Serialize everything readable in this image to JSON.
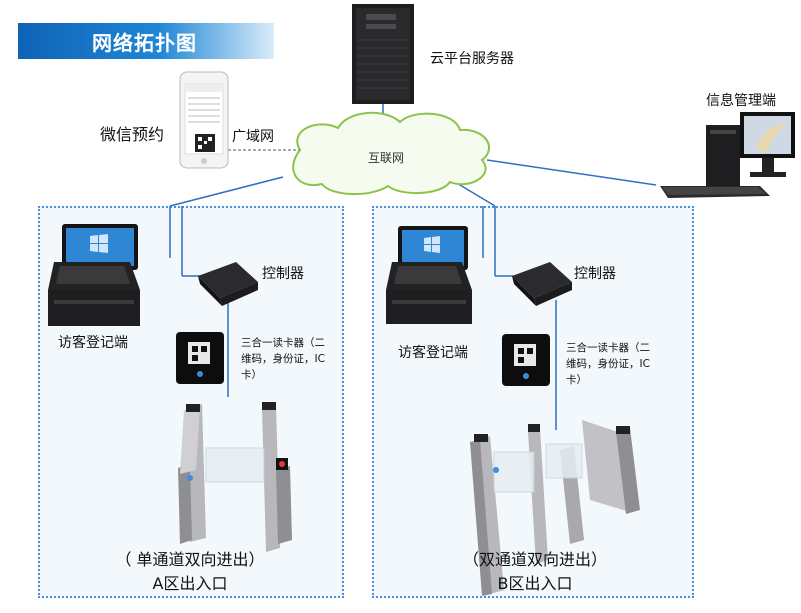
{
  "title": "网络拓扑图",
  "nodes": {
    "server": "云平台服务器",
    "wechat": "微信预约",
    "wan": "广域网",
    "internet": "互联网",
    "admin": "信息管理端"
  },
  "zone_a": {
    "terminal": "访客登记端",
    "controller": "控制器",
    "reader_line1": "三合一读卡器（二",
    "reader_line2": "维码，身份证，IC",
    "reader_line3": "卡）",
    "caption1": "（ 单通道双向进出）",
    "caption2": "A区出入口"
  },
  "zone_b": {
    "terminal": "访客登记端",
    "controller": "控制器",
    "reader_line1": "三合一读卡器（二",
    "reader_line2": "维码，身份证，IC",
    "reader_line3": "卡）",
    "caption1": "（双通道双向进出）",
    "caption2": "B区出入口"
  },
  "colors": {
    "banner": "#1575c9",
    "cloud_fill": "#f6fbef",
    "cloud_stroke": "#8bc34a",
    "link": "#2e6fc4",
    "zone_border": "#4a90d9"
  }
}
